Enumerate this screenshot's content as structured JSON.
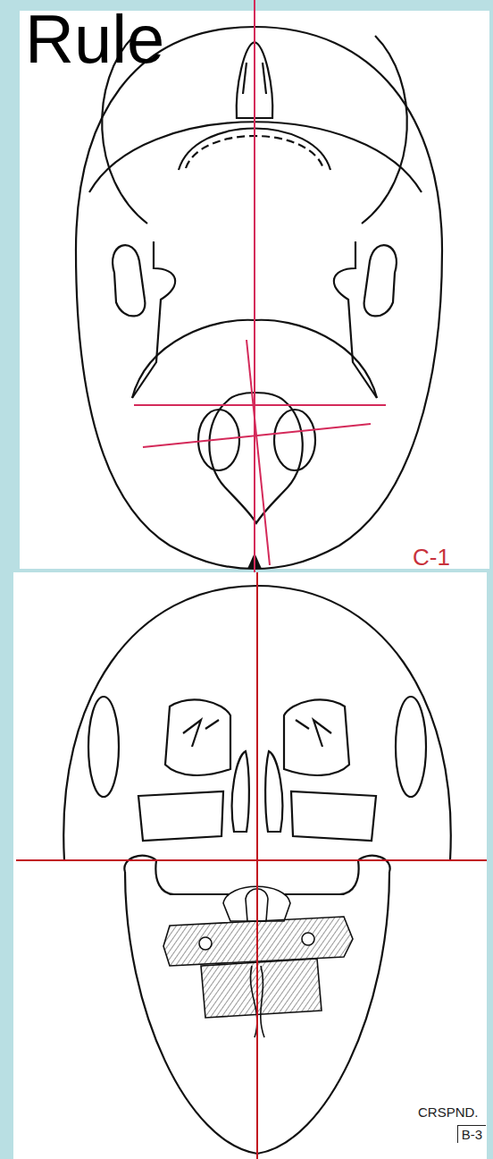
{
  "diagram": {
    "nodes": [
      {
        "text": [
          "B-3"
        ]
      }
    ],
    "labels": [
      "Rule",
      "C-1",
      "CRSPND."
    ]
  }
}
